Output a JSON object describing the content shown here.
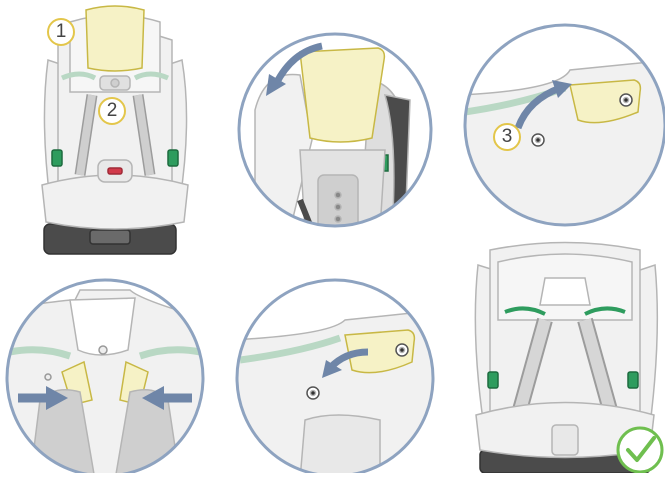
{
  "steps": [
    {
      "number": "1",
      "description_name": "headrest-insert"
    },
    {
      "number": "2",
      "description_name": "adjust-button"
    },
    {
      "number": "3",
      "description_name": "attachment-point"
    }
  ],
  "colors": {
    "outline": "#b5b5b5",
    "seat_fill": "#f1f1f1",
    "insert_fill": "#f6f2c6",
    "insert_stroke": "#c8b845",
    "ring": "#8ea3c0",
    "arrow": "#6f86a8",
    "green_strip": "#b9d8c4",
    "green_clip": "#2e9c5e",
    "base": "#4b4b4b",
    "buckle_red": "#d23a4a",
    "check_green": "#6fbf4f",
    "label_border": "#e3c64a"
  },
  "icons": [
    "curved-arrow-icon",
    "arrow-left-icon",
    "arrow-right-icon",
    "check-icon"
  ]
}
